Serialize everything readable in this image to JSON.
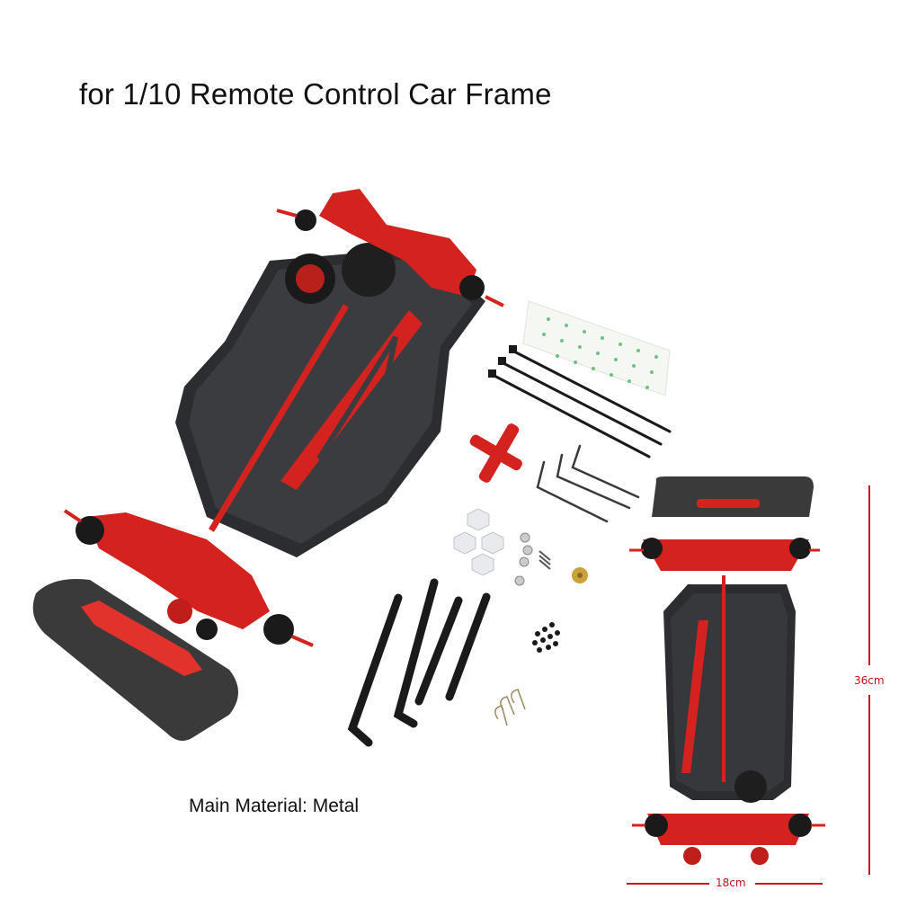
{
  "header": {
    "title": "for 1/10 Remote Control Car Frame"
  },
  "caption": {
    "material": "Main Material: Metal"
  },
  "dimensions": {
    "length_label": "36cm",
    "width_label": "18cm",
    "line_color": "#d0101a"
  },
  "colors": {
    "chassis_plate": "#2b2d30",
    "metal_parts": "#d4231e",
    "foam_bumper": "#3a3a3a",
    "background": "#ffffff"
  },
  "items": [
    {
      "name": "Assembled chassis (angled view)"
    },
    {
      "name": "Assembled chassis (top view)"
    },
    {
      "name": "Double-sided adhesive tape"
    },
    {
      "name": "Cable ties",
      "count": 3
    },
    {
      "name": "Cross wrench"
    },
    {
      "name": "Hex keys",
      "count": 3
    },
    {
      "name": "Hex wheel hubs",
      "count": 4
    },
    {
      "name": "Lock nuts",
      "count": 4
    },
    {
      "name": "Pins",
      "count": 4
    },
    {
      "name": "Pinion gear"
    },
    {
      "name": "Body posts",
      "count": 4
    },
    {
      "name": "Screws"
    },
    {
      "name": "Body clips"
    }
  ]
}
